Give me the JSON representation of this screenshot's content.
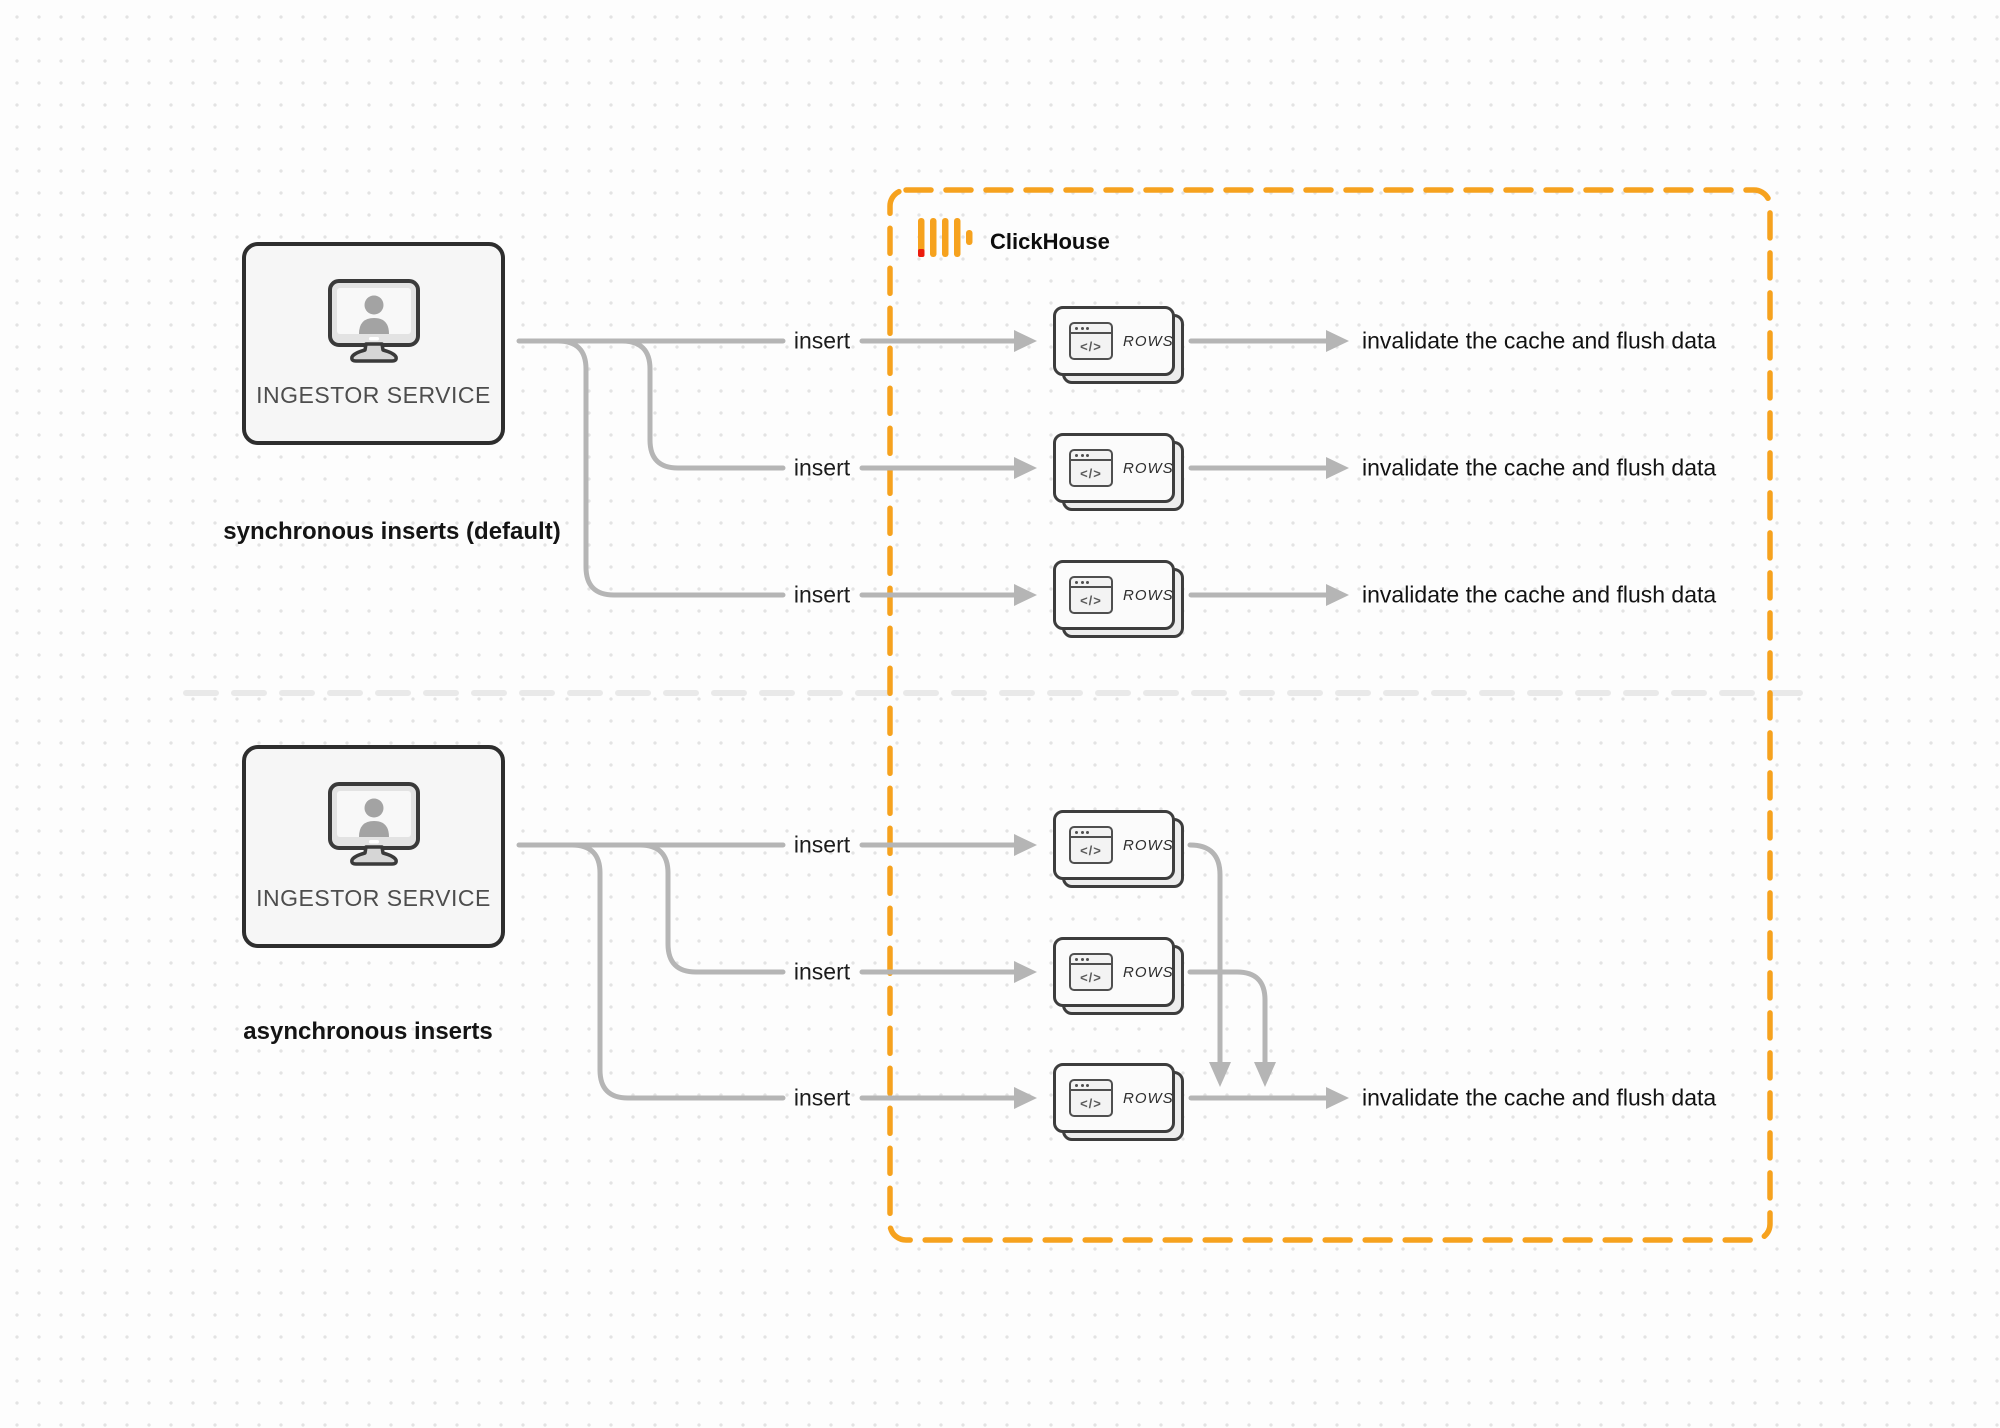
{
  "colors": {
    "accent_orange": "#F6A21E",
    "logo_red": "#EC1C0D",
    "connector_gray": "#B5B5B5",
    "divider_gray": "#E9E9E9"
  },
  "clickhouse": {
    "label": "ClickHouse"
  },
  "sync": {
    "service_label": "INGESTOR SERVICE",
    "caption": "synchronous inserts (default)",
    "rows": [
      {
        "insert_label": "insert",
        "rows_label": "ROWS",
        "code_glyph": "</>",
        "result_label": "invalidate the cache and flush data"
      },
      {
        "insert_label": "insert",
        "rows_label": "ROWS",
        "code_glyph": "</>",
        "result_label": "invalidate the cache and flush data"
      },
      {
        "insert_label": "insert",
        "rows_label": "ROWS",
        "code_glyph": "</>",
        "result_label": "invalidate the cache and flush data"
      }
    ]
  },
  "async": {
    "service_label": "INGESTOR SERVICE",
    "caption": "asynchronous inserts",
    "rows": [
      {
        "insert_label": "insert",
        "rows_label": "ROWS",
        "code_glyph": "</>"
      },
      {
        "insert_label": "insert",
        "rows_label": "ROWS",
        "code_glyph": "</>"
      },
      {
        "insert_label": "insert",
        "rows_label": "ROWS",
        "code_glyph": "</>",
        "result_label": "invalidate the cache and flush data"
      }
    ]
  }
}
